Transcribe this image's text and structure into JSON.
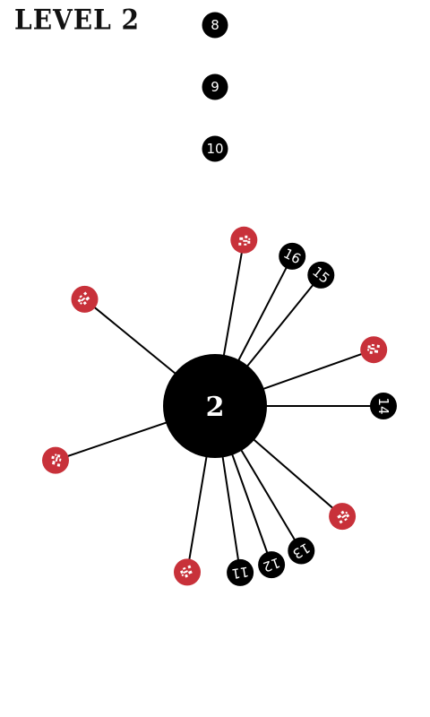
{
  "header": {
    "level_label": "LEVEL 2"
  },
  "hub": {
    "label": "2",
    "color": "#000000"
  },
  "queue": [
    {
      "label": "8"
    },
    {
      "label": "9"
    },
    {
      "label": "10"
    }
  ],
  "attached_pins": [
    {
      "label": "",
      "kind": "preset",
      "angle_deg": -80.1
    },
    {
      "label": "16",
      "kind": "numbered",
      "angle_deg": -62.7
    },
    {
      "label": "15",
      "kind": "numbered",
      "angle_deg": -51.0
    },
    {
      "label": "",
      "kind": "preset",
      "angle_deg": -140.7
    },
    {
      "label": "",
      "kind": "preset",
      "angle_deg": -19.5
    },
    {
      "label": "14",
      "kind": "numbered",
      "angle_deg": 0.0
    },
    {
      "label": "",
      "kind": "preset",
      "angle_deg": 161.2
    },
    {
      "label": "",
      "kind": "preset",
      "angle_deg": 40.9
    },
    {
      "label": "13",
      "kind": "numbered",
      "angle_deg": 59.2
    },
    {
      "label": "12",
      "kind": "numbered",
      "angle_deg": 70.4
    },
    {
      "label": "11",
      "kind": "numbered",
      "angle_deg": 81.4
    },
    {
      "label": "",
      "kind": "preset",
      "angle_deg": 99.5
    }
  ],
  "colors": {
    "background": "#ffffff",
    "pin_dark": "#000000",
    "pin_red": "#c8313a",
    "line": "#000000"
  }
}
